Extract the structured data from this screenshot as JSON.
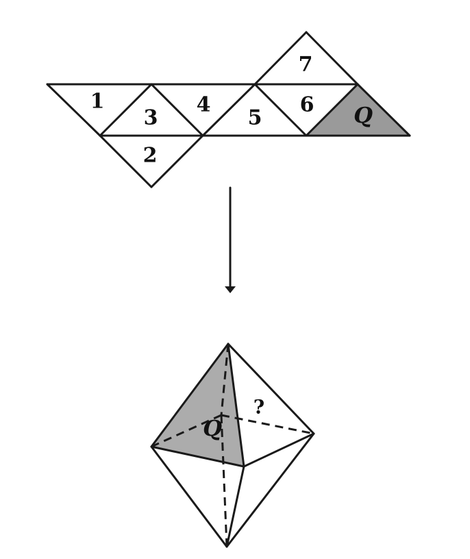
{
  "net": {
    "face_labels": [
      "1",
      "2",
      "3",
      "4",
      "5",
      "6",
      "7"
    ],
    "shaded_label": "Q"
  },
  "octahedron": {
    "shaded_label": "Q",
    "unknown_label": "?"
  },
  "colors": {
    "stroke": "#1a1a1a",
    "shaded_net": "#9a9a9a",
    "shaded_solid": "#acacac"
  }
}
